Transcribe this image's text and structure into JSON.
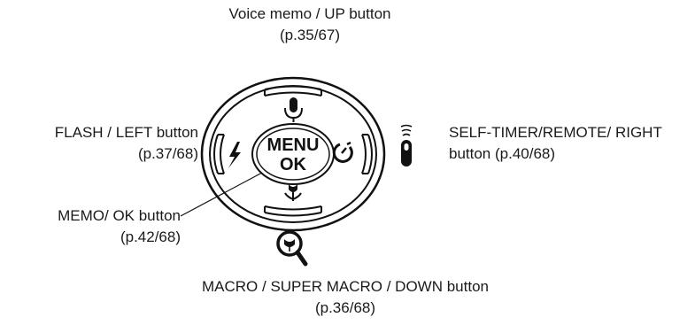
{
  "labels": {
    "up": {
      "line1": "Voice memo / UP button",
      "line2": "(p.35/67)"
    },
    "left": {
      "line1": "FLASH / LEFT button",
      "line2": "(p.37/68)"
    },
    "right": {
      "line1": "SELF-TIMER/REMOTE/ RIGHT",
      "line2": "button (p.40/68)"
    },
    "ok": {
      "line1": "MEMO/ OK button",
      "line2": "(p.42/68)"
    },
    "down": {
      "line1": "MACRO / SUPER MACRO / DOWN button",
      "line2": "(p.36/68)"
    }
  },
  "center_button": {
    "line1": "MENU",
    "line2": "OK"
  },
  "icons": {
    "up": "microphone-icon",
    "left": "flash-icon",
    "right": "self-timer-icon",
    "down": "macro-flower-icon",
    "remote": "remote-control-icon",
    "super_macro": "super-macro-magnifier-icon"
  },
  "colors": {
    "ink": "#111111",
    "background": "#ffffff"
  }
}
